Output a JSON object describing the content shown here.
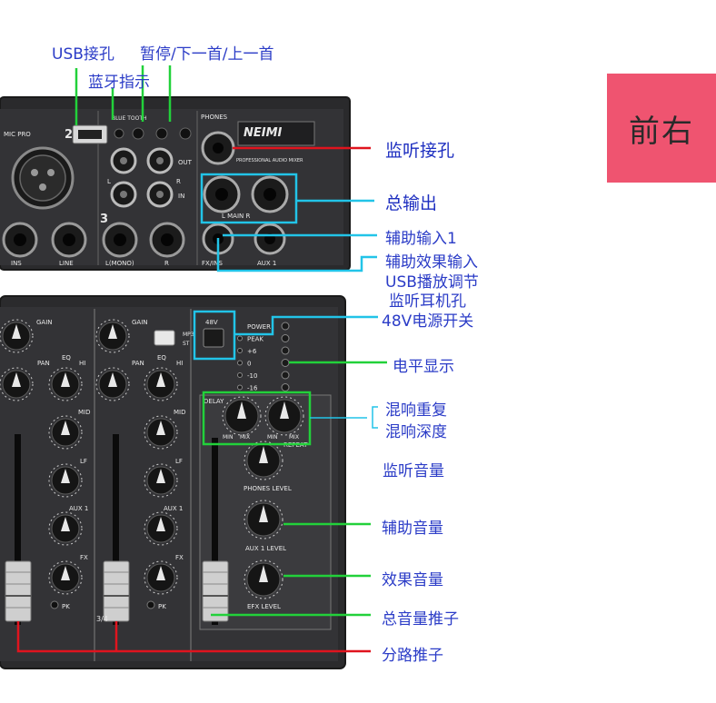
{
  "top_labels": {
    "usb_port": "USB接孔",
    "pause_next_prev": "暂停/下一首/上一首",
    "bluetooth_indicator": "蓝牙指示"
  },
  "right_labels": {
    "monitor_jack": "监听接孔",
    "main_output": "总输出",
    "aux_input_1": "辅助输入1",
    "aux_fx_input": "辅助效果输入",
    "usb_playback": "USB播放调节",
    "headphone_jack": "监听耳机孔",
    "phantom_48v": "48V电源开关",
    "level_meter": "电平显示",
    "reverb_repeat": "混响重复",
    "reverb_depth": "混响深度",
    "monitor_volume": "监听音量",
    "aux_volume": "辅助音量",
    "fx_volume": "效果音量",
    "master_fader": "总音量推子",
    "channel_fader": "分路推子"
  },
  "badge": {
    "text": "前右"
  },
  "panel": {
    "channel_2": "2",
    "channel_3": "3",
    "mic_pro": "MIC PRO",
    "bluetooth": "BLUE TOOTH",
    "phones": "PHONES",
    "brand": "NEIMI",
    "subtitle": "PROFESSIONAL AUDIO MIXER",
    "out": "OUT",
    "in": "IN",
    "l": "L",
    "r": "R",
    "main": "L  MAIN  R",
    "ins": "INS",
    "line": "LINE",
    "l_mono": "L(MONO)",
    "r_jack": "R",
    "fx_ins": "FX/INS",
    "aux1": "AUX 1",
    "gain": "GAIN",
    "eq": "EQ",
    "hi": "HI",
    "mid": "MID",
    "lf": "LF",
    "aux1_knob": "AUX 1",
    "fx": "FX",
    "pan": "PAN",
    "pk": "PK",
    "v48": "48V",
    "mp3": "MP3",
    "st": "ST",
    "delay": "DELAY",
    "repeat": "REPEAT",
    "min": "MIN",
    "mix": "MIX",
    "phones_level": "PHONES LEVEL",
    "aux1_level": "AUX 1 LEVEL",
    "efx_level": "EFX LEVEL",
    "meter_labels": [
      "POWER",
      "PEAK",
      "+6",
      "0",
      "-10",
      "-16"
    ],
    "channel_3_4": "3/4"
  },
  "colors": {
    "red_line": "#e0141e",
    "cyan_box": "#22c4e8",
    "green_line": "#22d13a",
    "label_blue": "#2b3cc7",
    "badge": "#ef5470"
  }
}
